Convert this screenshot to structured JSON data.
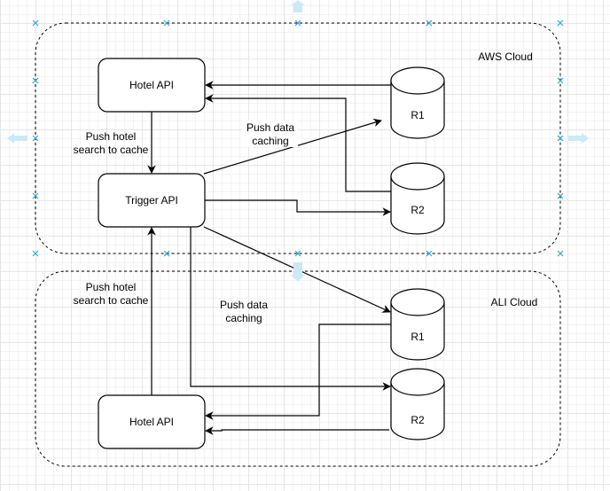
{
  "containers": {
    "aws": {
      "label": "AWS Cloud"
    },
    "ali": {
      "label": "ALI Cloud"
    }
  },
  "nodes": {
    "aws_hotel_api": {
      "label": "Hotel API"
    },
    "trigger_api": {
      "label": "Trigger API"
    },
    "aws_r1": {
      "label": "R1"
    },
    "aws_r2": {
      "label": "R2"
    },
    "ali_r1": {
      "label": "R1"
    },
    "ali_r2": {
      "label": "R2"
    },
    "ali_hotel_api": {
      "label": "Hotel API"
    }
  },
  "edge_labels": {
    "aws_push_hotel": [
      "Push hotel",
      "search to cache"
    ],
    "aws_push_data": [
      "Push data",
      "caching"
    ],
    "ali_push_hotel": [
      "Push hotel",
      "search to cache"
    ],
    "ali_push_data": [
      "Push data",
      "caching"
    ]
  },
  "selection": {
    "color": "#29a7e0",
    "handle_color": "#cce9f7"
  }
}
